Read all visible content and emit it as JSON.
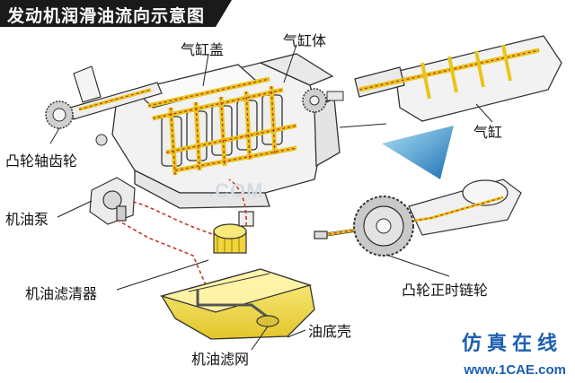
{
  "title": "发动机润滑油流向示意图",
  "labels": {
    "cylinder_head_cover": "气缸盖",
    "cylinder_block": "气缸体",
    "cylinder": "气缸",
    "camshaft_gear": "凸轮轴齿轮",
    "oil_pump": "机油泵",
    "oil_filter": "机油滤清器",
    "oil_pan": "油底壳",
    "oil_strainer": "机油滤网",
    "cam_timing_sprocket": "凸轮正时链轮"
  },
  "watermark": {
    "brand": "仿真在线",
    "url": "www.1CAE.com",
    "faded": ".COM"
  },
  "colors": {
    "title_bar": "#1a1a1a",
    "oil_path": "#e8c51a",
    "oil_flow_dash": "#c0392b",
    "engine_line": "#333333",
    "oil_pan_fill": "#f3e15a",
    "arrow_cyan": "#2b7fc4"
  }
}
